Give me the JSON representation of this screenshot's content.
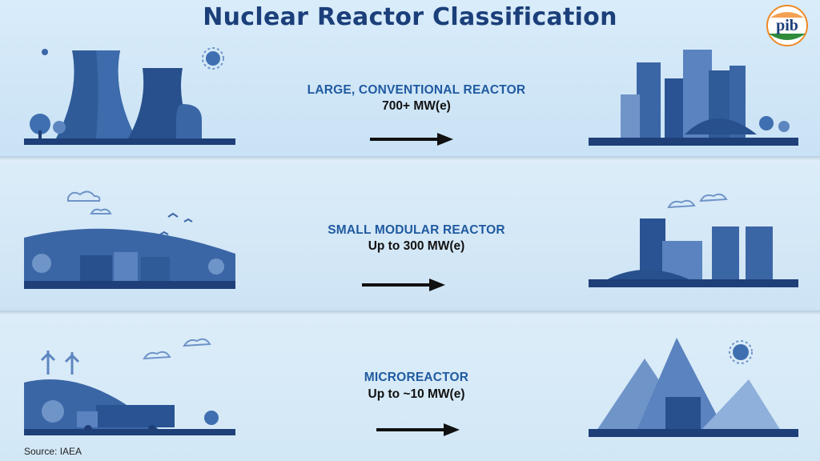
{
  "title": "Nuclear Reactor Classification",
  "logo": {
    "text": "pib"
  },
  "rows": [
    {
      "type": "LARGE, CONVENTIONAL REACTOR",
      "capacity": "700+ MW(e)"
    },
    {
      "type": "SMALL MODULAR REACTOR",
      "capacity": "Up to 300 MW(e)"
    },
    {
      "type": "MICROREACTOR",
      "capacity": "Up to ~10 MW(e)"
    }
  ],
  "source": "Source: IAEA",
  "colors": {
    "title": "#1b3f7a",
    "accent": "#1f5aa0",
    "illustration_dark": "#1e3f78",
    "illustration_mid": "#3b66a6",
    "illustration_light": "#6f94c8"
  }
}
